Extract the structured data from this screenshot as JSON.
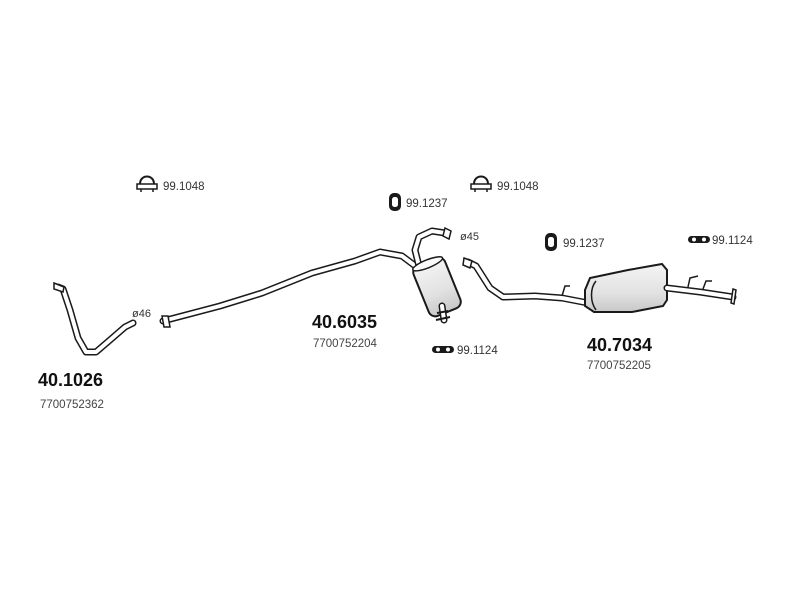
{
  "front_pipe": {
    "part_number": "40.1026",
    "oem_number": "7700752362",
    "diameter": "ø46"
  },
  "middle_silencer": {
    "part_number": "40.6035",
    "oem_number": "7700752204",
    "diameter": "ø45"
  },
  "rear_silencer": {
    "part_number": "40.7034",
    "oem_number": "7700752205"
  },
  "accessories": {
    "clamp_left": "99.1048",
    "clamp_right": "99.1048",
    "rubber_mount_middle": "99.1237",
    "rubber_mount_rear": "99.1237",
    "hanger_middle": "99.1124",
    "hanger_rear": "99.1124"
  },
  "colors": {
    "line": "#1a1a1a",
    "fill": "#ffffff",
    "muffler_shade": "#e8e8e8"
  }
}
